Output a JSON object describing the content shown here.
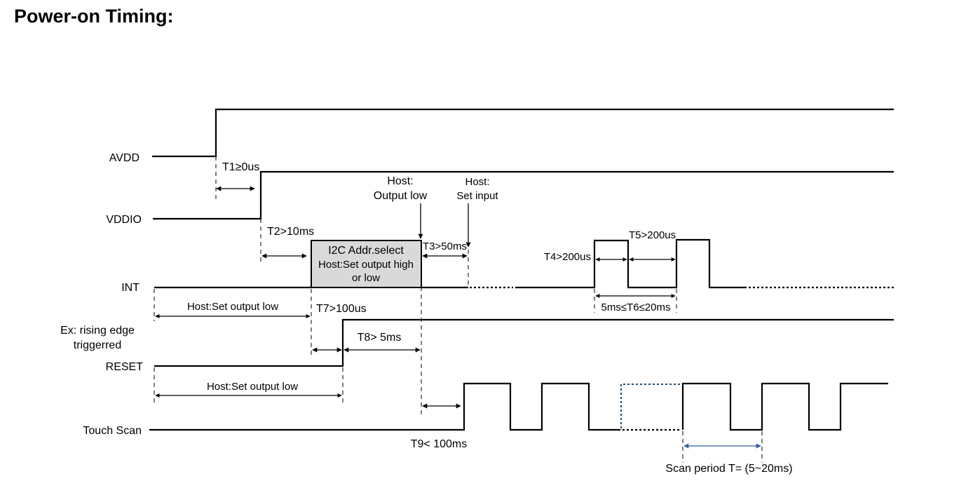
{
  "title": "Power-on Timing:",
  "signals": {
    "avdd": "AVDD",
    "vddio": "VDDIO",
    "int": "INT",
    "reset_note_1": "Ex: rising edge",
    "reset_note_2": "triggerred",
    "reset": "RESET",
    "touch_scan": "Touch Scan"
  },
  "timings": {
    "t1": "T1≥0us",
    "t2": "T2>10ms",
    "t3": "T3>50ms",
    "t4": "T4>200us",
    "t5": "T5>200us",
    "t6": "5ms≤T6≤20ms",
    "t7": "T7>100us",
    "t8": "T8> 5ms",
    "t9": "T9< 100ms",
    "scan_period": "Scan period  T= (5~20ms)"
  },
  "annotations": {
    "host_output_low_1": "Host:",
    "host_output_low_2": "Output low",
    "host_set_input_1": "Host:",
    "host_set_input_2": "Set input",
    "i2c_1": "I2C Addr.select",
    "i2c_2": "Host:Set output high",
    "i2c_3": "or low",
    "int_host_low": "Host:Set output low",
    "reset_host_low": "Host:Set output low"
  },
  "colors": {
    "line": "#000000",
    "i2c_box_fill": "#d9d9d9",
    "scan_accent": "#2e5aa0"
  }
}
